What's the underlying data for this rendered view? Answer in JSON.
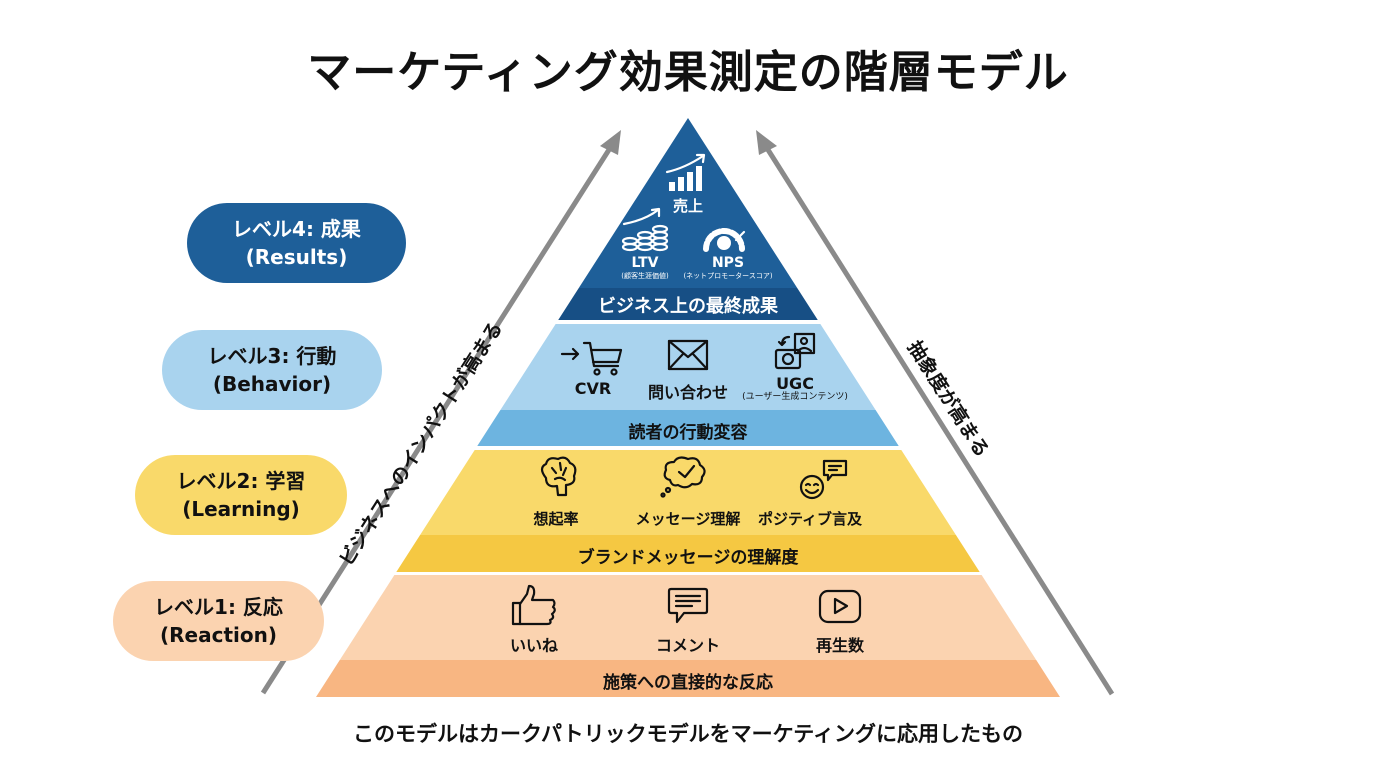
{
  "title": "マーケティング効果測定の階層モデル",
  "footer": "このモデルはカークパトリックモデルをマーケティングに応用したもの",
  "colors": {
    "level4": "#1e5f99",
    "level4_band": "#174f85",
    "level3": "#a9d3ee",
    "level3_band": "#6db4e0",
    "level2": "#f9d96a",
    "level2_band": "#f5c842",
    "level1": "#fbd3b0",
    "level1_band": "#f8b682",
    "arrow": "#8a8a8a"
  },
  "left_axis_label": "ビジネスへのインパクトが高まる",
  "right_axis_label": "抽象度が高まる",
  "levels": [
    {
      "pill_line1": "レベル4: 成果",
      "pill_line2": "(Results)",
      "band_label": "ビジネス上の最終成果",
      "metrics": [
        {
          "icon": "bar-chart-up-icon",
          "label": "売上",
          "sub": ""
        },
        {
          "icon": "coin-stack-up-icon",
          "label": "LTV",
          "sub": "(顧客生涯価値)"
        },
        {
          "icon": "smile-gauge-icon",
          "label": "NPS",
          "sub": "(ネットプロモータースコア)"
        }
      ]
    },
    {
      "pill_line1": "レベル3: 行動",
      "pill_line2": "(Behavior)",
      "band_label": "読者の行動変容",
      "metrics": [
        {
          "icon": "cart-arrow-icon",
          "label": "CVR",
          "sub": ""
        },
        {
          "icon": "envelope-icon",
          "label": "問い合わせ",
          "sub": ""
        },
        {
          "icon": "camera-user-icon",
          "label": "UGC",
          "sub": "(ユーザー生成コンテンツ)"
        }
      ]
    },
    {
      "pill_line1": "レベル2: 学習",
      "pill_line2": "(Learning)",
      "band_label": "ブランドメッセージの理解度",
      "metrics": [
        {
          "icon": "brain-icon",
          "label": "想起率",
          "sub": ""
        },
        {
          "icon": "thought-check-icon",
          "label": "メッセージ理解",
          "sub": ""
        },
        {
          "icon": "smile-speech-icon",
          "label": "ポジティブ言及",
          "sub": ""
        }
      ]
    },
    {
      "pill_line1": "レベル1: 反応",
      "pill_line2": "(Reaction)",
      "band_label": "施策への直接的な反応",
      "metrics": [
        {
          "icon": "thumbs-up-icon",
          "label": "いいね",
          "sub": ""
        },
        {
          "icon": "comment-icon",
          "label": "コメント",
          "sub": ""
        },
        {
          "icon": "play-icon",
          "label": "再生数",
          "sub": ""
        }
      ]
    }
  ]
}
